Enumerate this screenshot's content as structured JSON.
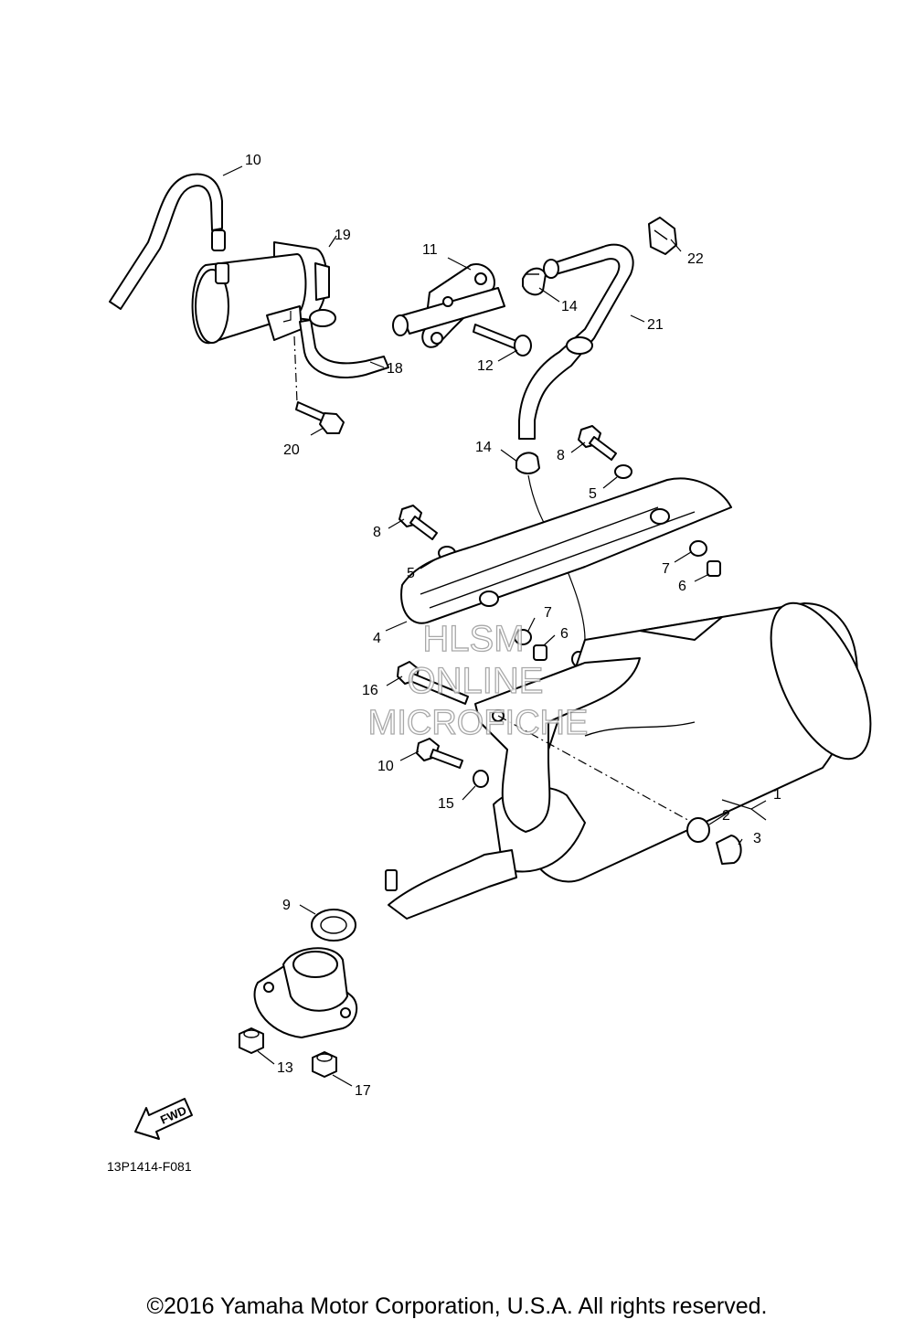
{
  "callouts": [
    {
      "id": "c1",
      "label": "1"
    },
    {
      "id": "c2",
      "label": "2"
    },
    {
      "id": "c3",
      "label": "3"
    },
    {
      "id": "c4",
      "label": "4"
    },
    {
      "id": "c5a",
      "label": "5"
    },
    {
      "id": "c5b",
      "label": "5"
    },
    {
      "id": "c6a",
      "label": "6"
    },
    {
      "id": "c6b",
      "label": "6"
    },
    {
      "id": "c7a",
      "label": "7"
    },
    {
      "id": "c7b",
      "label": "7"
    },
    {
      "id": "c8a",
      "label": "8"
    },
    {
      "id": "c8b",
      "label": "8"
    },
    {
      "id": "c9",
      "label": "9"
    },
    {
      "id": "c10a",
      "label": "10"
    },
    {
      "id": "c10b",
      "label": "10"
    },
    {
      "id": "c11",
      "label": "11"
    },
    {
      "id": "c12",
      "label": "12"
    },
    {
      "id": "c13",
      "label": "13"
    },
    {
      "id": "c14a",
      "label": "14"
    },
    {
      "id": "c14b",
      "label": "14"
    },
    {
      "id": "c15",
      "label": "15"
    },
    {
      "id": "c16",
      "label": "16"
    },
    {
      "id": "c17",
      "label": "17"
    },
    {
      "id": "c18",
      "label": "18"
    },
    {
      "id": "c19",
      "label": "19"
    },
    {
      "id": "c20",
      "label": "20"
    },
    {
      "id": "c21",
      "label": "21"
    },
    {
      "id": "c22",
      "label": "22"
    }
  ],
  "watermark": {
    "line1": "HLSM",
    "line2": "ONLINE",
    "line3": "MICROFICHE"
  },
  "fwd_arrow": {
    "label": "FWD",
    "icon": "fwd-arrow-icon"
  },
  "diagram_code": "13P1414-F081",
  "copyright": "©2016 Yamaha Motor Corporation, U.S.A. All rights reserved."
}
